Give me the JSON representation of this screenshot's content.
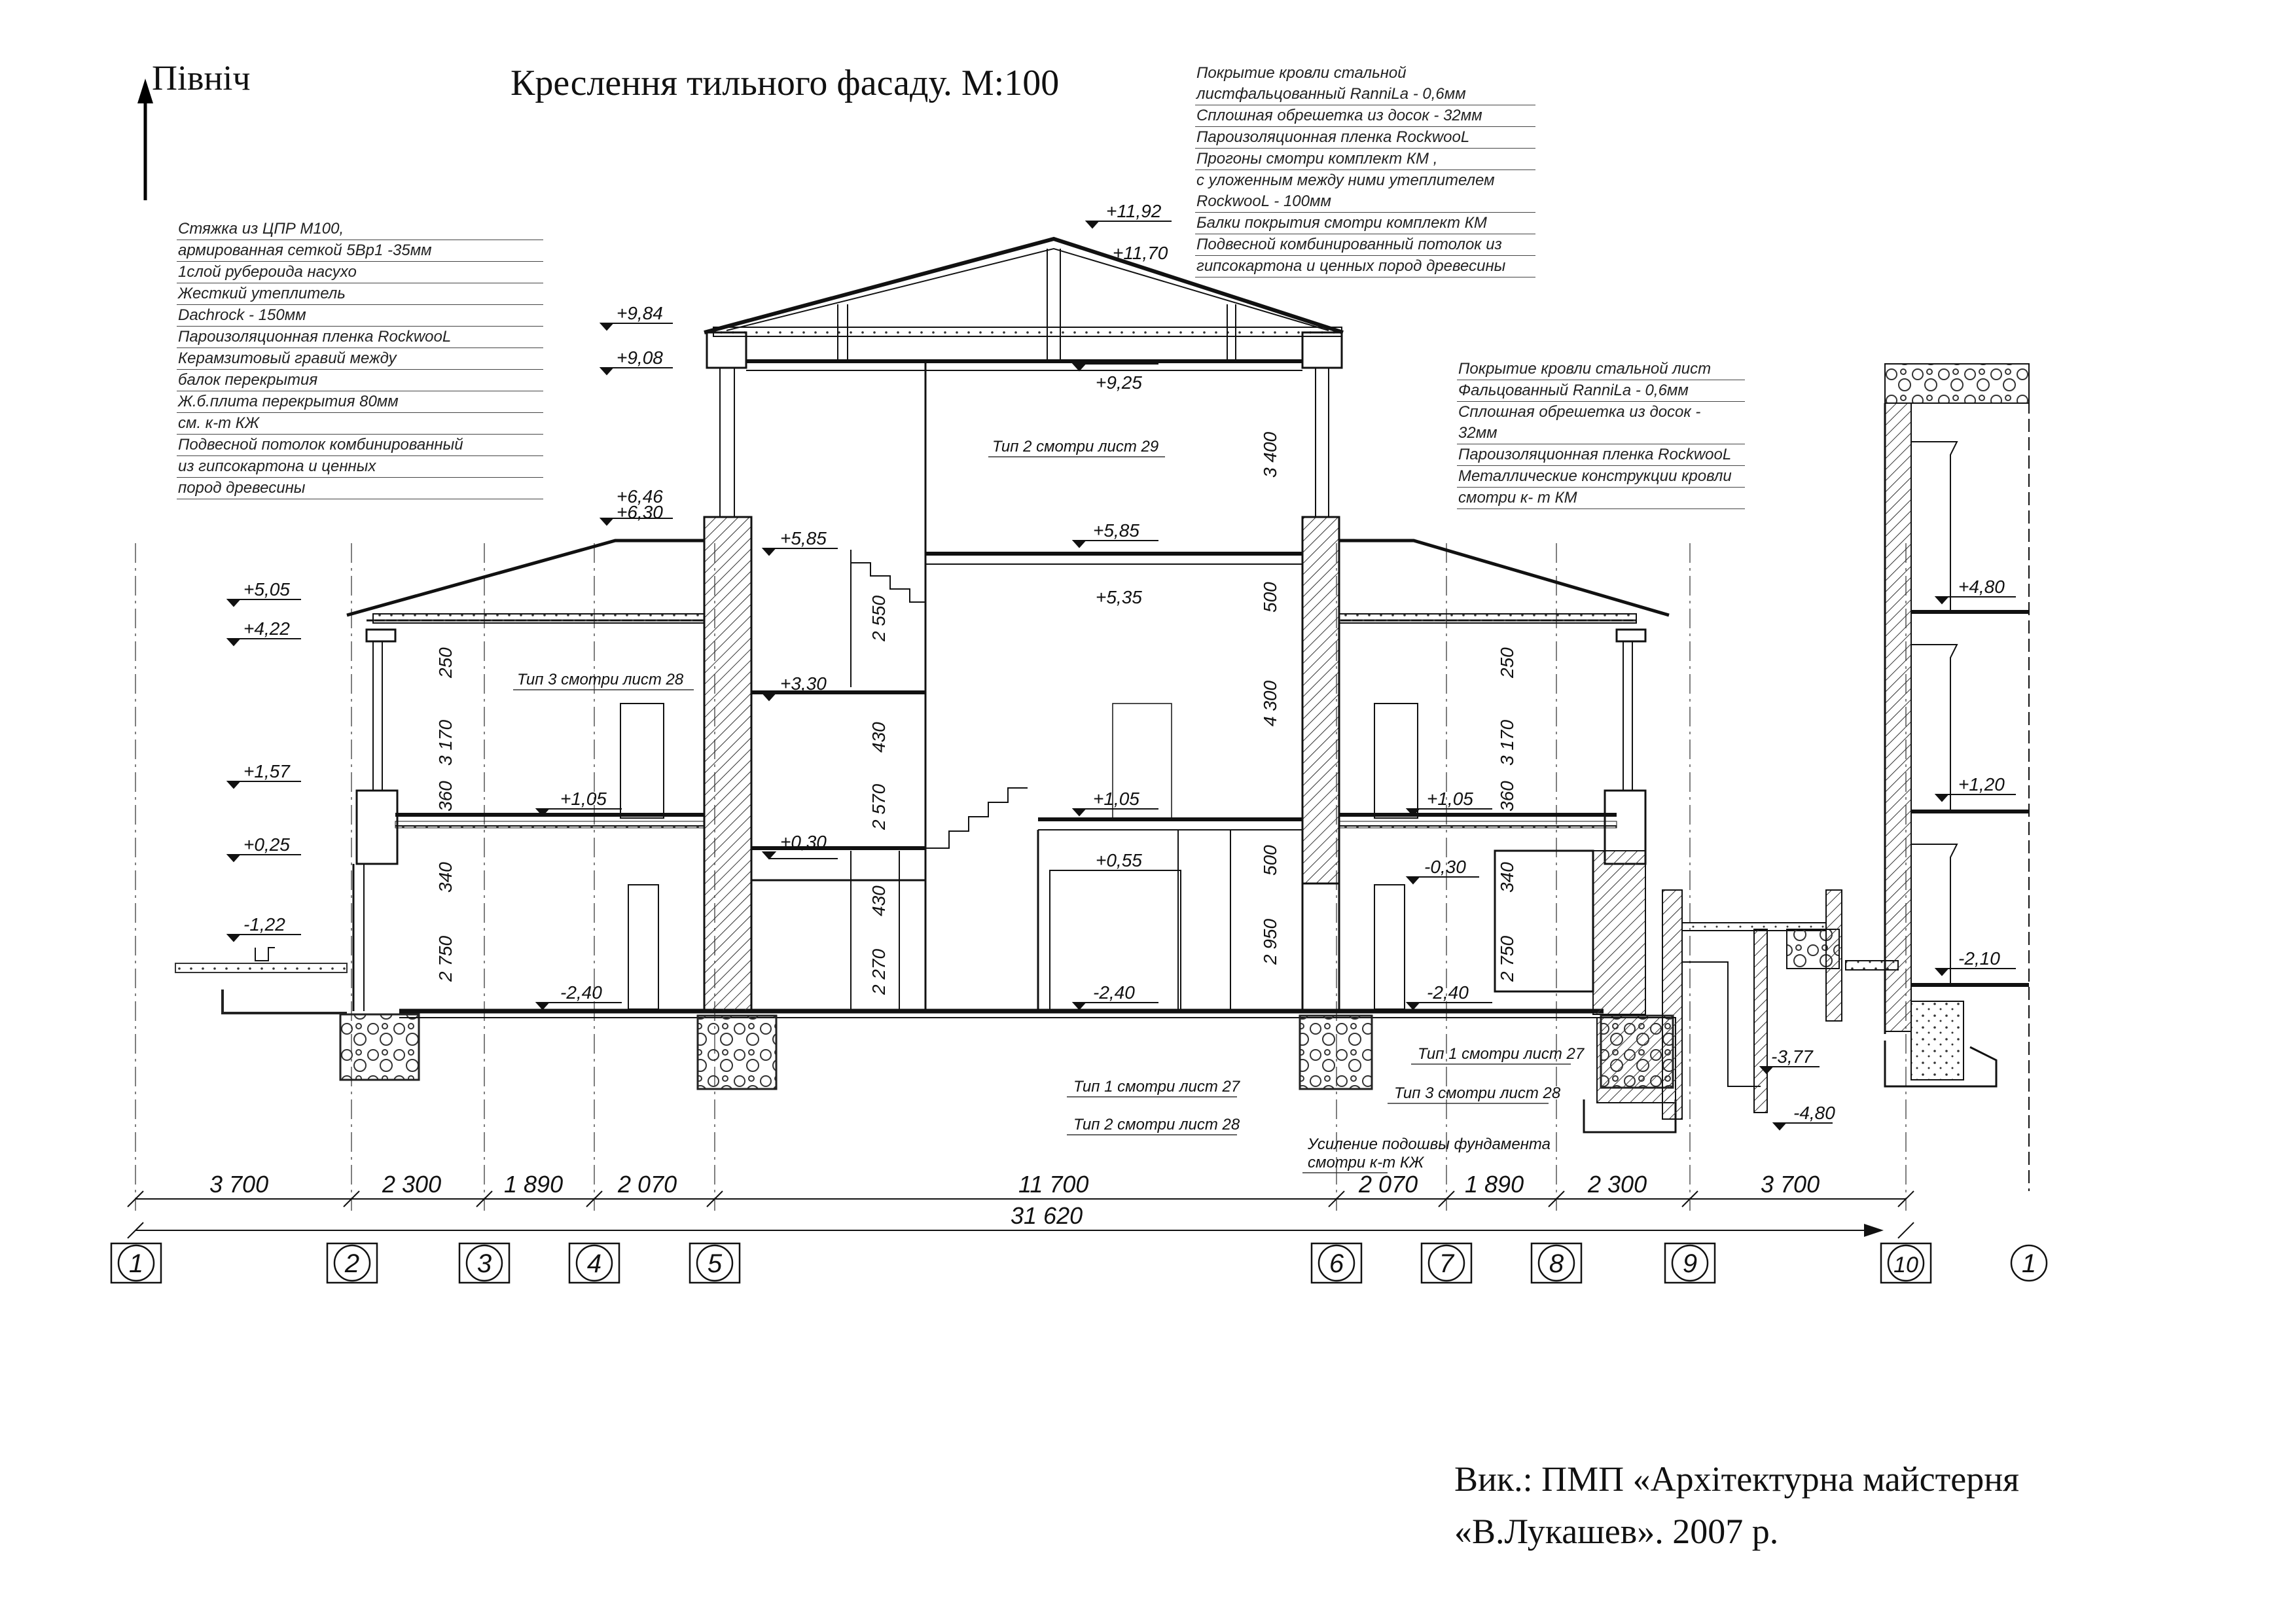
{
  "north_label": "Північ",
  "title": "Креслення тильного фасаду. М:100",
  "notes": {
    "roof_top": [
      "Покрытие кровли стальной листфальцованный RanniLa - 0,6мм",
      "Сплошная обрешетка из досок - 32мм",
      "Пароизоляционная пленка RockwooL",
      "Прогоны смотри комплект КМ ,",
      "с уложенным между ними утеплителем RockwooL - 100мм",
      "Балки покрытия смотри комплект КМ",
      "Подвесной комбинированный потолок из",
      "гипсокартона и ценных пород древесины"
    ],
    "floor_left": [
      "Стяжка из ЦПР М100,",
      "армированная сеткой 5Вр1 -35мм",
      "1слой рубероида насухо",
      "Жесткий утеплитель",
      "Dachrock - 150мм",
      "Пароизоляционная пленка RockwooL",
      "Керамзитовый гравий между",
      "балок перекрытия",
      "Ж.б.плита перекрытия 80мм",
      "см. к-т КЖ",
      "Подвесной потолок комбинированный",
      "из гипсокартона и ценных",
      "пород древесины"
    ],
    "roof_right": [
      "Покрытие кровли стальной лист",
      "Фальцованный RanniLa - 0,6мм",
      "Сплошная обрешетка из досок - 32мм",
      "Пароизоляционная пленка RockwooL",
      "Металлические конструкции кровли",
      "смотри к- т КМ"
    ]
  },
  "levels": {
    "l_1192": "+11,92",
    "l_1170": "+11,70",
    "l_984": "+9,84",
    "l_908": "+9,08",
    "l_925": "+9,25",
    "l_646": "+6,46",
    "l_630": "+6,30",
    "l_585a": "+5,85",
    "l_585b": "+5,85",
    "l_535": "+5,35",
    "l_505": "+5,05",
    "l_422": "+4,22",
    "l_330": "+3,30",
    "l_157": "+1,57",
    "l_105a": "+1,05",
    "l_105b": "+1,05",
    "l_105c": "+1,05",
    "l_025": "+0,25",
    "l_030": "+0,30",
    "l_055": "+0,55",
    "l_m030": "-0,30",
    "l_m122": "-1,22",
    "l_m240a": "-2,40",
    "l_m240b": "-2,40",
    "l_m240c": "-2,40",
    "l_m377": "-3,77",
    "l_m480": "-4,80",
    "l_480": "+4,80",
    "l_120": "+1,20",
    "l_m210": "-2,10"
  },
  "type_labels": {
    "type2_29": "Тип 2 смотри лист 29",
    "type3_28a": "Тип 3 смотри лист 28",
    "type1_27a": "Тип 1 смотри лист 27",
    "type2_28": "Тип 2 смотри лист 28",
    "type1_27b": "Тип 1 смотри лист 27",
    "type3_28b": "Тип 3 смотри лист 28",
    "reinforce_1": "Усиление подошвы фундамента",
    "reinforce_2": "смотри к-т КЖ"
  },
  "vertical_dims": {
    "left": [
      "250",
      "3 170",
      "360",
      "340",
      "2 750"
    ],
    "center_left": [
      "2 550",
      "430",
      "2 570",
      "430",
      "2 270"
    ],
    "center_right": [
      "3 400",
      "500",
      "4 300",
      "500",
      "2 950"
    ],
    "right": [
      "250",
      "3 170",
      "360",
      "340",
      "2 750"
    ]
  },
  "horizontal_dims": {
    "segments": [
      "3 700",
      "2 300",
      "1 890",
      "2 070",
      "11 700",
      "2 070",
      "1 890",
      "2 300",
      "3 700"
    ],
    "total": "31 620"
  },
  "axes": [
    "1",
    "2",
    "3",
    "4",
    "5",
    "6",
    "7",
    "8",
    "9",
    "10",
    "1"
  ],
  "credits": {
    "line1": "Вик.: ПМП «Архітектурна майстерня",
    "line2": "«В.Лукашев». 2007 р."
  }
}
